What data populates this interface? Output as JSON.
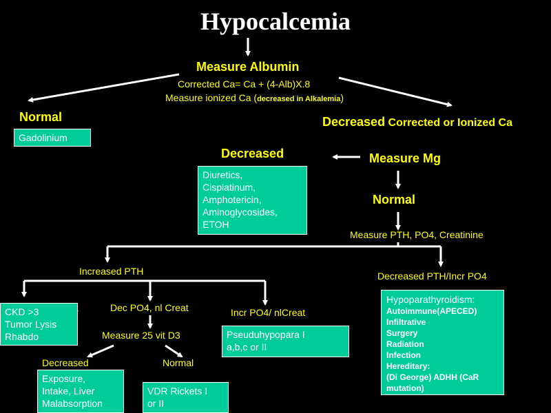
{
  "title": "Hypocalcemia",
  "colors": {
    "background": "#000000",
    "text_yellow": "#ffff00",
    "text_white": "#ffffff",
    "box_fill": "#00cc99"
  },
  "step_albumin": {
    "label": "Measure Albumin",
    "formula": "Corrected Ca= Ca + (4-Alb)X.8",
    "ionized_prefix": "Measure ionized Ca (",
    "ionized_note": "decreased in Alkalemia",
    "ionized_suffix": ")"
  },
  "normal_branch": {
    "label": "Normal",
    "box": "Gadolinium"
  },
  "decreased_branch": {
    "label_main": "Decreased",
    "label_rest": " Corrected or Ionized Ca"
  },
  "measure_mg": "Measure Mg",
  "mg_decreased": {
    "label": "Decreased",
    "causes": [
      "Diuretics,",
      "Cisplatinum,",
      "Amphotericin,",
      "Aminoglycosides,",
      "ETOH"
    ]
  },
  "mg_normal": "Normal",
  "measure_pth": "Measure PTH, PO4, Creatinine",
  "increased_pth": {
    "label": "Increased PTH",
    "left_label_partial": "t",
    "left_box": [
      "CKD >3",
      "Tumor Lysis",
      "Rhabdo"
    ],
    "dec_po4": "Dec PO4,  nl Creat",
    "measure_vitd": "Measure 25 vit D3",
    "vitd_decreased": {
      "label": "Decreased",
      "box": [
        "Exposure,",
        "Intake, Liver",
        "Malabsorption"
      ]
    },
    "vitd_normal": {
      "label": "Normal",
      "box": [
        "VDR Rickets I",
        "or II"
      ]
    },
    "incr_po4": "Incr PO4/ nlCreat",
    "incr_po4_box": [
      "Pseuduhypopara I",
      "a,b,c or II"
    ]
  },
  "decreased_pth": {
    "label": "Decreased PTH/Incr PO4",
    "box_title": "Hypoparathyroidism:",
    "box_items": [
      "Autoimmune(APECED)",
      "Infiltrative",
      "Surgery",
      "Radiation",
      "Infection",
      "Hereditary:",
      "(Di George) ADHH (CaR",
      "mutation)"
    ]
  }
}
